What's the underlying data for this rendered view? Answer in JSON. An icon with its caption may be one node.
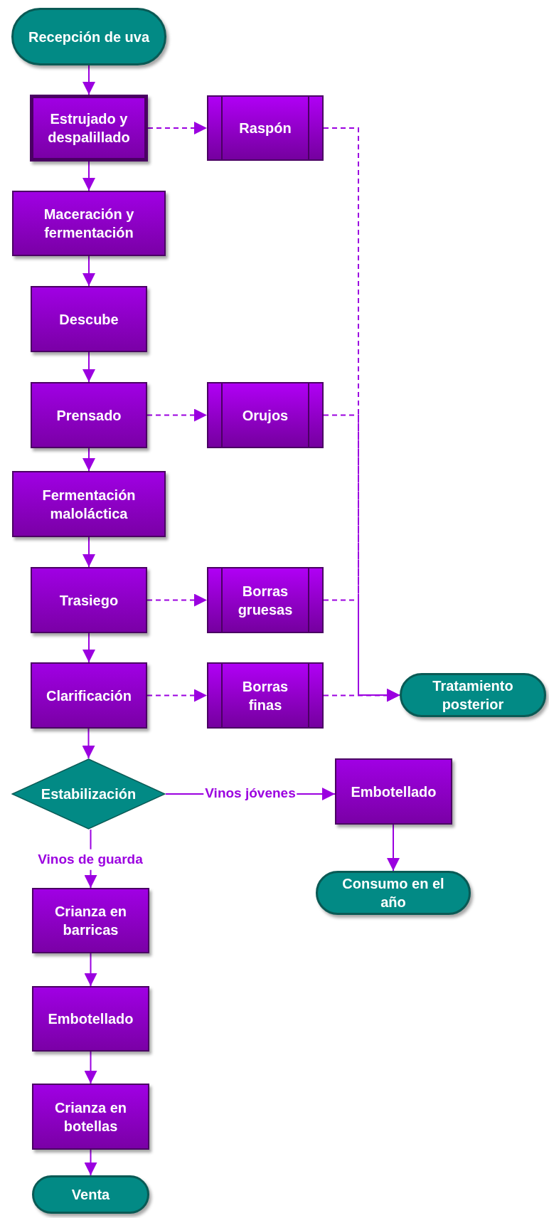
{
  "diagram": {
    "nodes": [
      {
        "text": [
          "Recepción de uva"
        ]
      },
      {
        "text": [
          "Estrujado y despalillado"
        ]
      },
      {
        "text": [
          "Raspón"
        ]
      },
      {
        "text": [
          "Maceración y fermentación"
        ]
      },
      {
        "text": [
          "Descube"
        ]
      },
      {
        "text": [
          "Prensado"
        ]
      },
      {
        "text": [
          "Orujos"
        ]
      },
      {
        "text": [
          "Fermentación maloláctica"
        ]
      },
      {
        "text": [
          "Trasiego"
        ]
      },
      {
        "text": [
          "Borras gruesas"
        ]
      },
      {
        "text": [
          "Clarificación"
        ]
      },
      {
        "text": [
          "Borras finas"
        ]
      },
      {
        "text": [
          "Tratamiento posterior"
        ]
      },
      {
        "text": [
          "Estabilización"
        ]
      },
      {
        "text": [
          "Embotellado"
        ]
      },
      {
        "text": [
          "Consumo en el año"
        ]
      },
      {
        "text": [
          "Crianza en barricas"
        ]
      },
      {
        "text": [
          "Embotellado"
        ]
      },
      {
        "text": [
          "Crianza en botellas"
        ]
      },
      {
        "text": [
          "Venta"
        ]
      }
    ],
    "edges": [
      {
        "from": 0,
        "to": 1,
        "arrow": "to"
      },
      {
        "from": 1,
        "to": 2,
        "arrow": "to",
        "style": "dashed"
      },
      {
        "from": 1,
        "to": 3,
        "arrow": "to"
      },
      {
        "from": 3,
        "to": 4,
        "arrow": "to"
      },
      {
        "from": 4,
        "to": 5,
        "arrow": "to"
      },
      {
        "from": 5,
        "to": 6,
        "arrow": "to",
        "style": "dashed"
      },
      {
        "from": 5,
        "to": 7,
        "arrow": "to"
      },
      {
        "from": 7,
        "to": 8,
        "arrow": "to"
      },
      {
        "from": 8,
        "to": 9,
        "arrow": "to",
        "style": "dashed"
      },
      {
        "from": 8,
        "to": 10,
        "arrow": "to"
      },
      {
        "from": 10,
        "to": 11,
        "arrow": "to",
        "style": "dashed"
      },
      {
        "from": 2,
        "to": 12,
        "arrow": "to",
        "style": "dashed"
      },
      {
        "from": 6,
        "to": 12,
        "arrow": "to",
        "style": "dashed"
      },
      {
        "from": 9,
        "to": 12,
        "arrow": "to",
        "style": "dashed"
      },
      {
        "from": 11,
        "to": 12,
        "arrow": "to",
        "style": "dashed"
      },
      {
        "from": 10,
        "to": 13,
        "arrow": "to"
      },
      {
        "from": 13,
        "to": 14,
        "arrow": "to",
        "label": "Vinos jóvenes"
      },
      {
        "from": 14,
        "to": 15,
        "arrow": "to"
      },
      {
        "from": 13,
        "to": 16,
        "arrow": "to",
        "label": "Vinos de guarda"
      },
      {
        "from": 16,
        "to": 17,
        "arrow": "to"
      },
      {
        "from": 17,
        "to": 18,
        "arrow": "to"
      },
      {
        "from": 18,
        "to": 19,
        "arrow": "to"
      }
    ]
  }
}
